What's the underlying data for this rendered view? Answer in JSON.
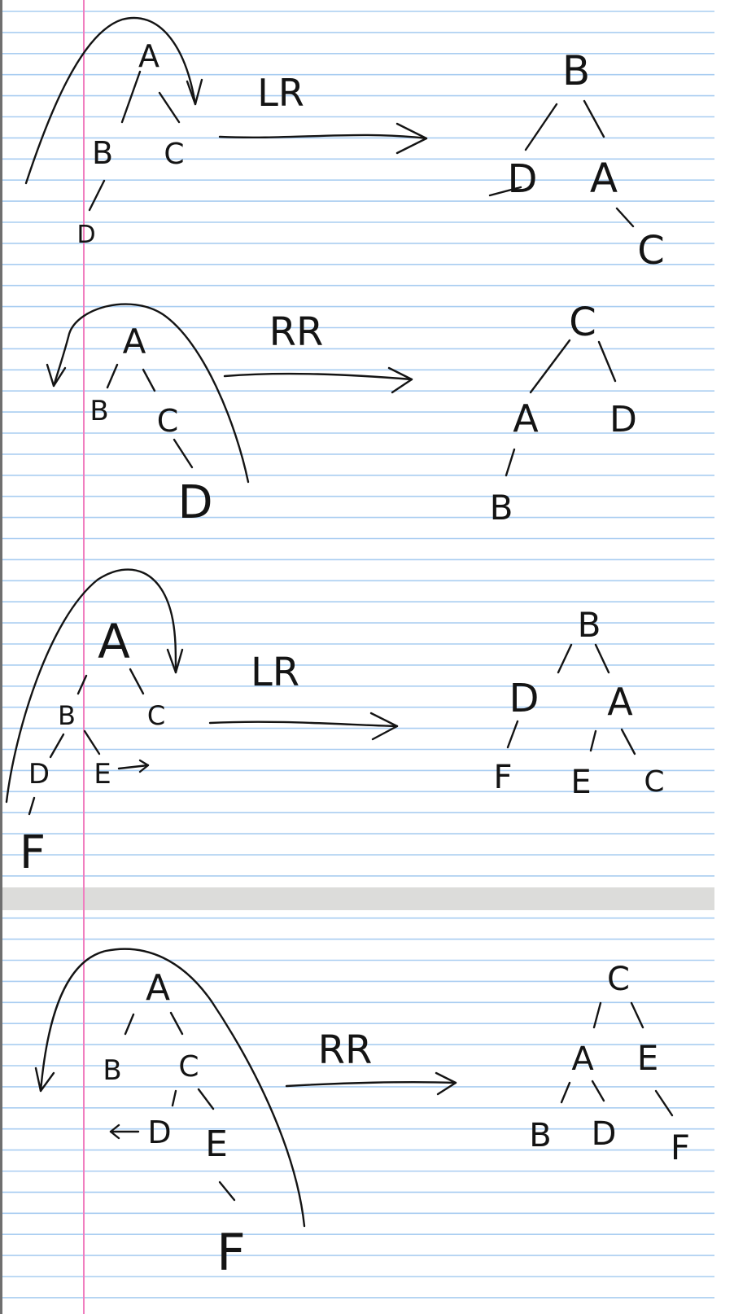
{
  "paper": {
    "rule_color": "#a9cdf1",
    "margin_color": "#f07fc0",
    "separator_color": "#dcdcda",
    "ink_color": "#141414"
  },
  "rotations": [
    {
      "label": "LR",
      "before": [
        "A",
        "B",
        "C",
        "D"
      ],
      "after": [
        "B",
        "D",
        "A",
        "C"
      ]
    },
    {
      "label": "RR",
      "before": [
        "A",
        "B",
        "C",
        "D"
      ],
      "after": [
        "C",
        "A",
        "D",
        "B"
      ]
    },
    {
      "label": "LR",
      "before": [
        "A",
        "B",
        "C",
        "D",
        "E",
        "F"
      ],
      "after": [
        "B",
        "D",
        "A",
        "F",
        "E",
        "C"
      ]
    },
    {
      "label": "RR",
      "before": [
        "A",
        "B",
        "C",
        "D",
        "E",
        "F"
      ],
      "after": [
        "C",
        "A",
        "E",
        "B",
        "D",
        "F"
      ]
    }
  ]
}
